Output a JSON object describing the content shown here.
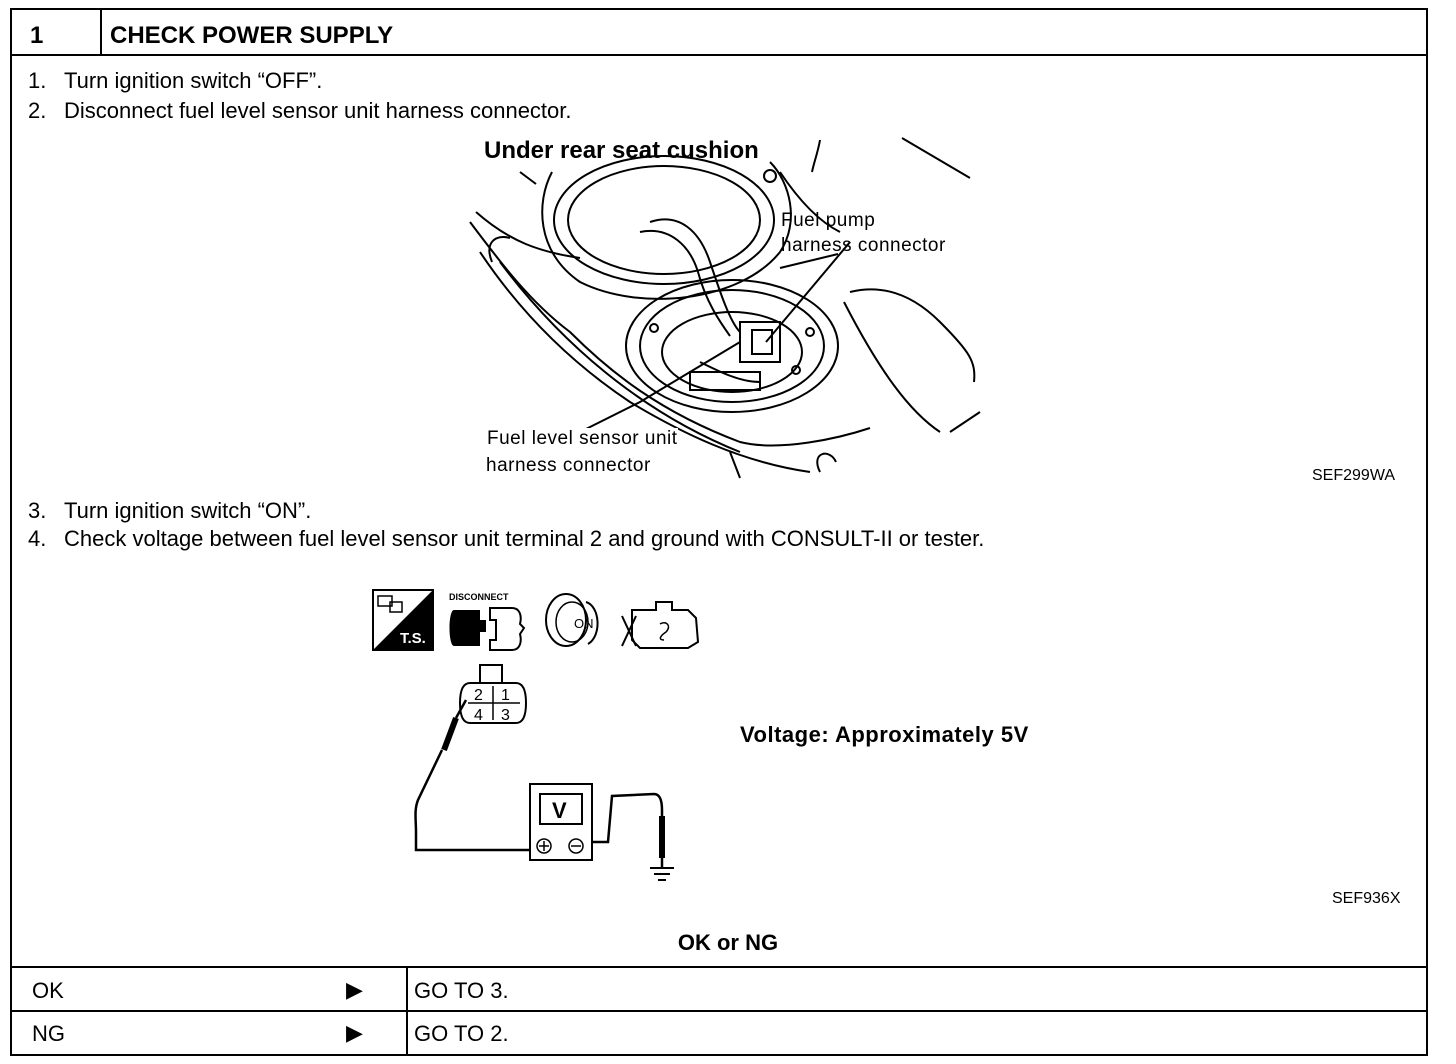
{
  "header": {
    "number": "1",
    "title": "CHECK POWER SUPPLY"
  },
  "steps": [
    {
      "num": "1.",
      "text": "Turn ignition switch “OFF”."
    },
    {
      "num": "2.",
      "text": "Disconnect fuel level sensor unit harness connector."
    },
    {
      "num": "3.",
      "text": "Turn ignition switch “ON”."
    },
    {
      "num": "4.",
      "text": "Check voltage between fuel level sensor unit terminal 2 and ground with CONSULT-II or tester."
    }
  ],
  "figure1": {
    "title": "Under rear seat cushion",
    "label_pump_1": "Fuel pump",
    "label_pump_2": "harness connector",
    "label_sensor_1": "Fuel level sensor unit",
    "label_sensor_2": "harness connector",
    "code": "SEF299WA"
  },
  "figure2": {
    "icon_ts": "T.S.",
    "icon_disconnect": "DISCONNECT",
    "icon_on": "ON",
    "terminals": [
      "2",
      "1",
      "4",
      "3"
    ],
    "meter": "V",
    "voltage_text": "Voltage:  Approximately  5V",
    "code": "SEF936X"
  },
  "result": {
    "heading": "OK or NG",
    "rows": [
      {
        "label": "OK",
        "action": "GO TO 3."
      },
      {
        "label": "NG",
        "action": "GO TO 2."
      }
    ]
  }
}
